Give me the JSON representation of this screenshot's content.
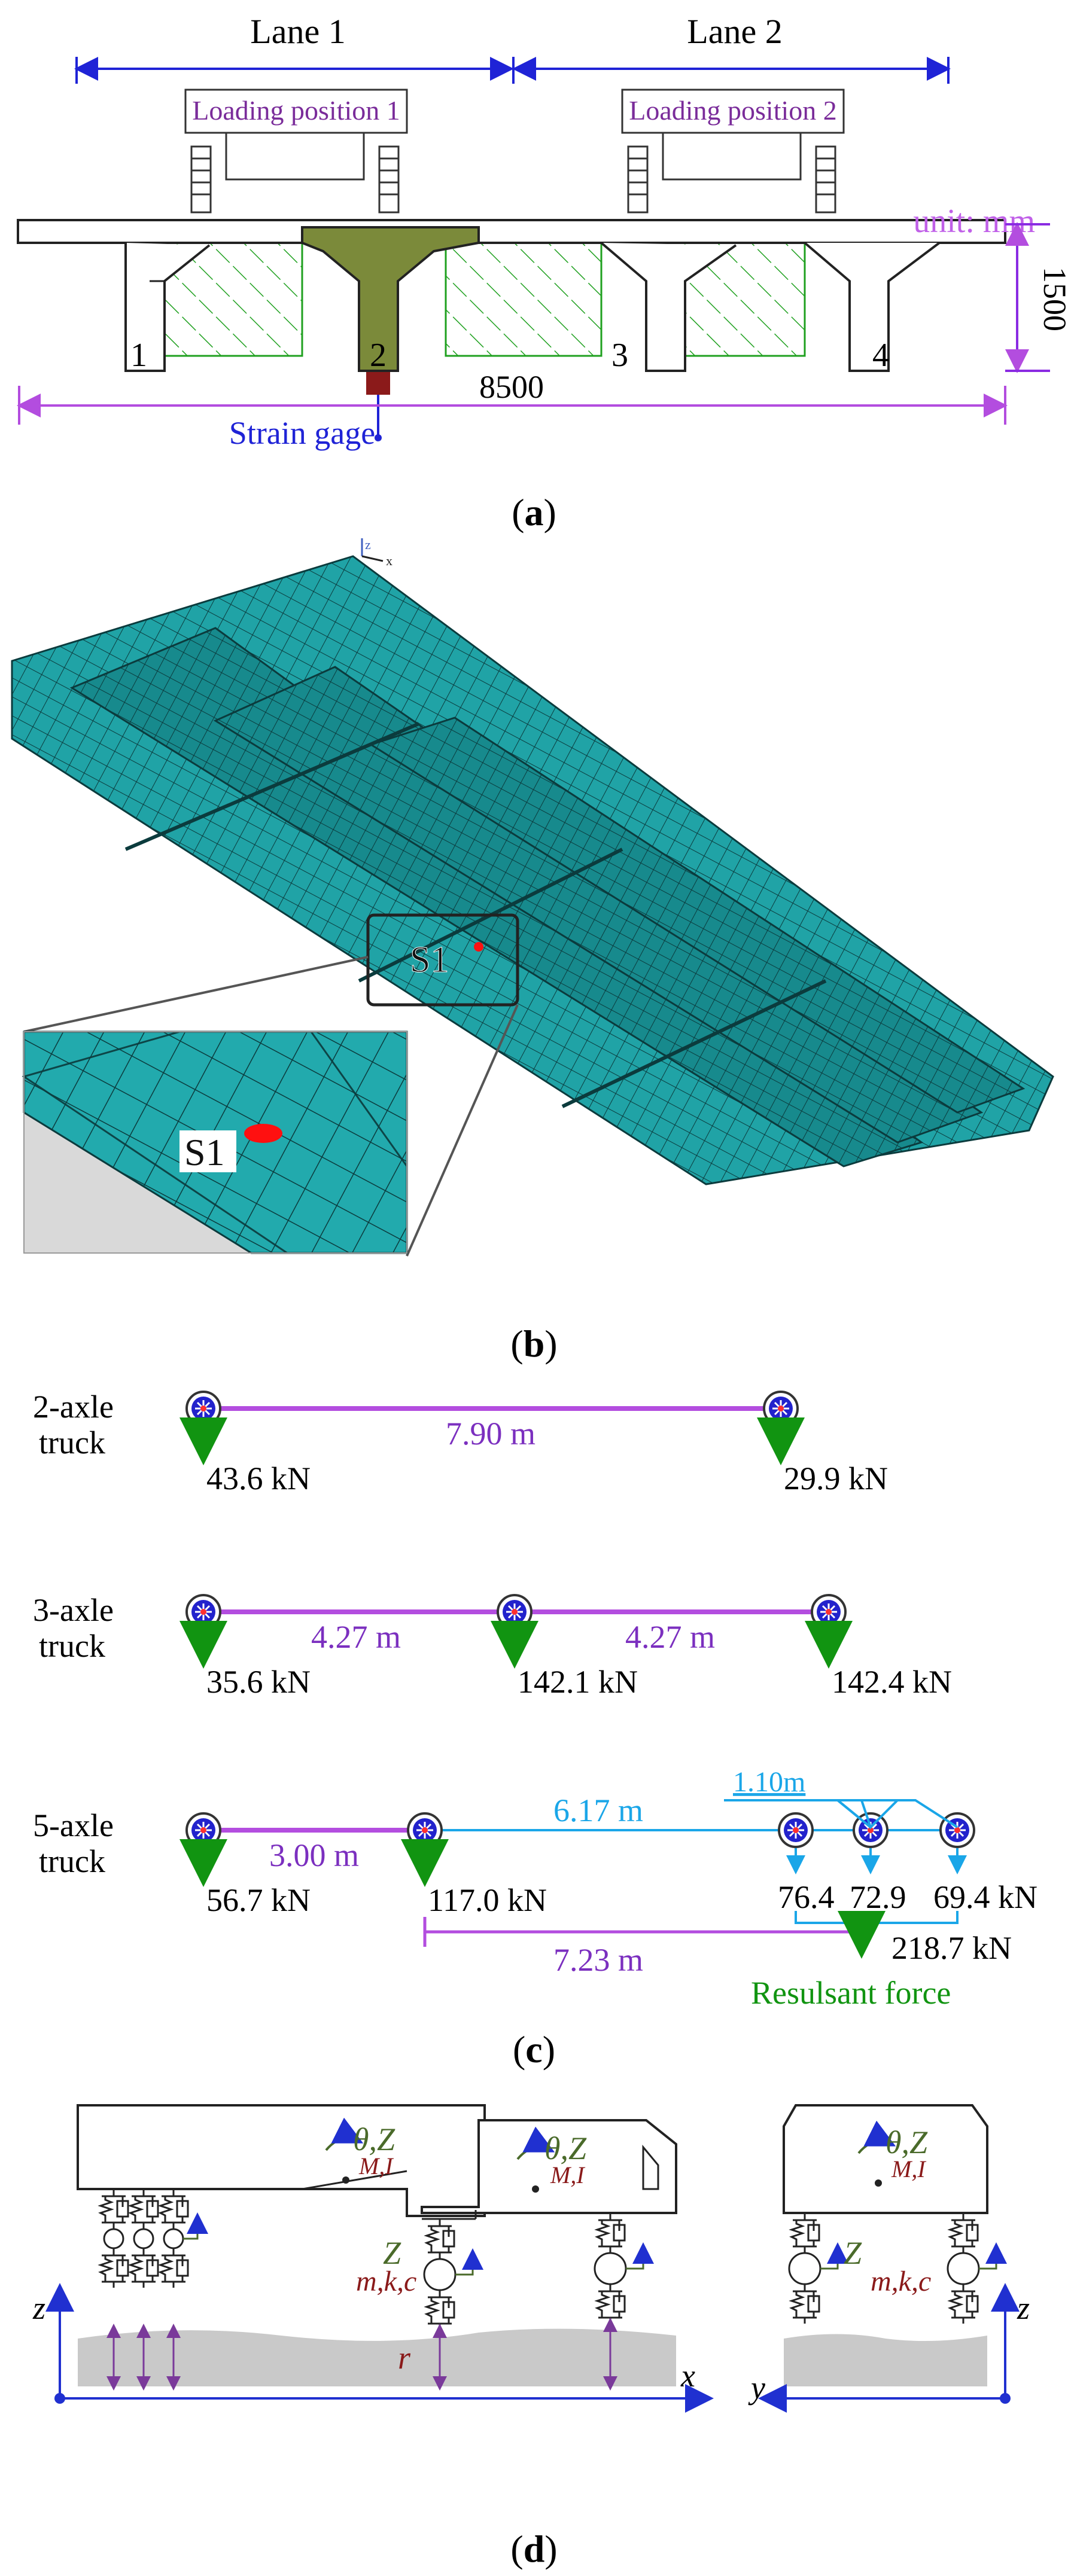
{
  "panel_a": {
    "caption_open": "(",
    "caption_letter": "a",
    "caption_close": ")",
    "lane1": "Lane 1",
    "lane2": "Lane 2",
    "loading1": "Loading position 1",
    "loading2": "Loading position 2",
    "unit": "unit: mm",
    "height_dim": "1500",
    "width_dim": "8500",
    "girder_labels": [
      "1",
      "2",
      "3",
      "4"
    ],
    "strain_gage": "Strain gage",
    "colors": {
      "dim_blue": "#1f23d6",
      "purple": "#b34ddf",
      "loading_text": "#7a2c9a",
      "girder_fill": "#7b8a3a",
      "hatch": "#1fa01f"
    }
  },
  "panel_b": {
    "caption_letter": "b",
    "sensor_label": "S1",
    "sensor_label_zoom": "S1",
    "axis_labels": [
      "z",
      "x"
    ],
    "colors": {
      "mesh": "#1fa0a3",
      "mesh_line": "#0b3b3d",
      "sensor": "#ff1010"
    }
  },
  "panel_c": {
    "caption_letter": "c",
    "truck2": {
      "name_line1": "2-axle",
      "name_line2": "truck",
      "spacing": "7.90 m",
      "loads": [
        "43.6 kN",
        "29.9 kN"
      ]
    },
    "truck3": {
      "name_line1": "3-axle",
      "name_line2": "truck",
      "spacings": [
        "4.27 m",
        "4.27 m"
      ],
      "loads": [
        "35.6 kN",
        "142.1 kN",
        "142.4 kN"
      ]
    },
    "truck5": {
      "name_line1": "5-axle",
      "name_line2": "truck",
      "spacing_front": "3.00 m",
      "spacing_tandem": "6.17 m",
      "spacing_tridem": "1.10m",
      "loads": [
        "56.7 kN",
        "117.0 kN",
        "76.4",
        "72.9",
        "69.4 kN"
      ],
      "resultant_distance": "7.23 m",
      "resultant_value": "218.7 kN",
      "resultant_label": "Resulsant force"
    },
    "colors": {
      "purple": "#b34ddf",
      "purple_text": "#7b2fbf",
      "cyan": "#1aa6e8",
      "green": "#119411",
      "wheel_blue": "#2222cc"
    }
  },
  "panel_d": {
    "caption_letter": "d",
    "dof_label": "θ,Z",
    "mass_label": "M,I",
    "vert_label": "Z",
    "axle_label": "m,k,c",
    "road_label": "r",
    "axes": [
      "z",
      "x",
      "y",
      "z"
    ],
    "colors": {
      "green": "#4a6a2a",
      "dark_red": "#8a1a1a",
      "axis_blue": "#2030d0",
      "road": "#c9c9c9",
      "arrow_purple": "#7a3a9a"
    }
  }
}
